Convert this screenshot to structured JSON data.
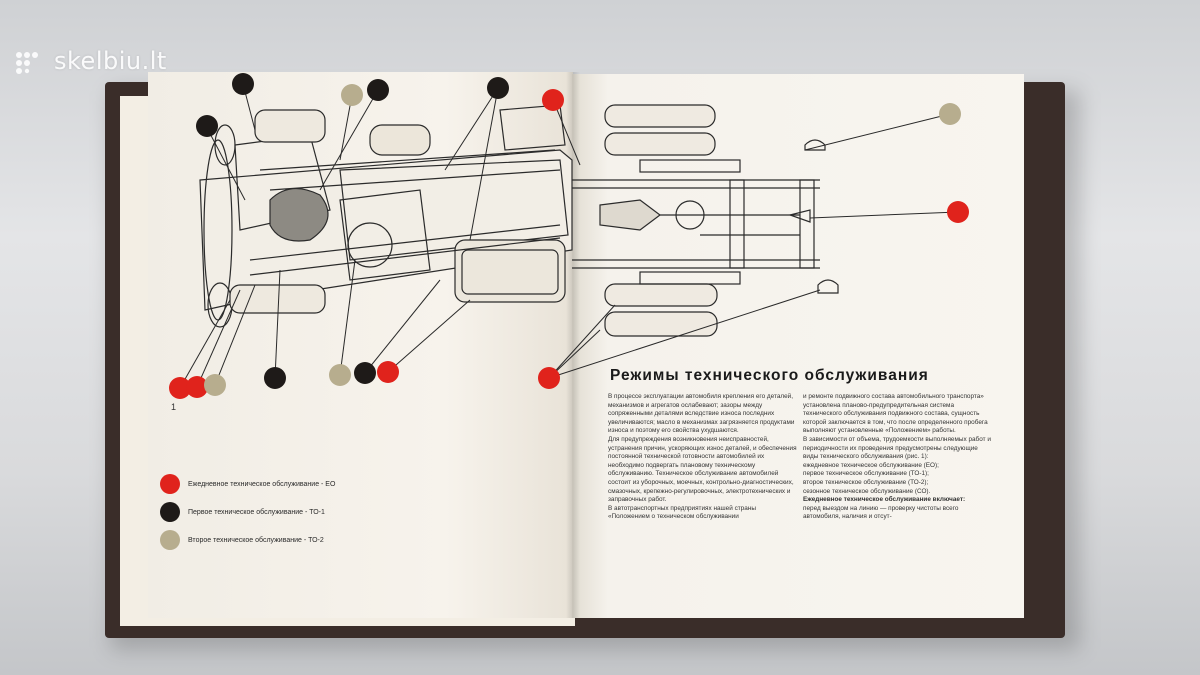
{
  "watermark": {
    "brand": "skelbiu.lt"
  },
  "colors": {
    "eo": "#e0231c",
    "to1": "#1e1a18",
    "to2": "#b7ad8e"
  },
  "figure": {
    "number": "1"
  },
  "legend": [
    {
      "label": "Ежедневное техническое обслуживание - ЕО",
      "color_key": "eo"
    },
    {
      "label": "Первое техническое обслуживание - ТО-1",
      "color_key": "to1"
    },
    {
      "label": "Второе техническое обслуживание - ТО-2",
      "color_key": "to2"
    }
  ],
  "article": {
    "heading": "Режимы технического обслуживания",
    "column1": [
      "В процессе эксплуатации автомобиля крепления его деталей, механизмов и агрегатов ослабевают; зазоры между сопряженными деталями вследствие износа последних увеличиваются; масло в механизмах загрязняется продуктами износа и поэтому его свойства ухудшаются.",
      "Для предупреждения возникновения неисправностей, устранения причин, ускоряющих износ деталей, и обеспечения постоянной технической готовности автомобилей их необходимо подвергать плановому техническому обслуживанию. Техническое обслуживание автомобилей состоит из уборочных, моечных, контрольно-диагностических, смазочных, крепежно-регулировочных, электротехнических и заправочных работ.",
      "В автотранспортных предприятиях нашей страны «Положением о техническом обслуживании"
    ],
    "column2": [
      "и ремонте подвижного состава автомобильного транспорта» установлена планово-предупредительная система технического обслуживания подвижного состава, сущность которой заключается в том, что после определенного пробега выполняют установленные «Положением» работы.",
      "В зависимости от объема, трудоемкости выполняемых работ и периодичности их проведения предусмотрены следующие виды технического обслуживания (рис. 1):",
      "ежедневное техническое обслуживание (ЕО);",
      "первое техническое обслуживание (ТО-1);",
      "второе техническое обслуживание (ТО-2);",
      "сезонное техническое обслуживание (СО).",
      "Ежедневное техническое обслуживание включает:",
      "перед выездом на линию — проверку чистоты всего автомобиля, наличия и отсут-"
    ]
  }
}
